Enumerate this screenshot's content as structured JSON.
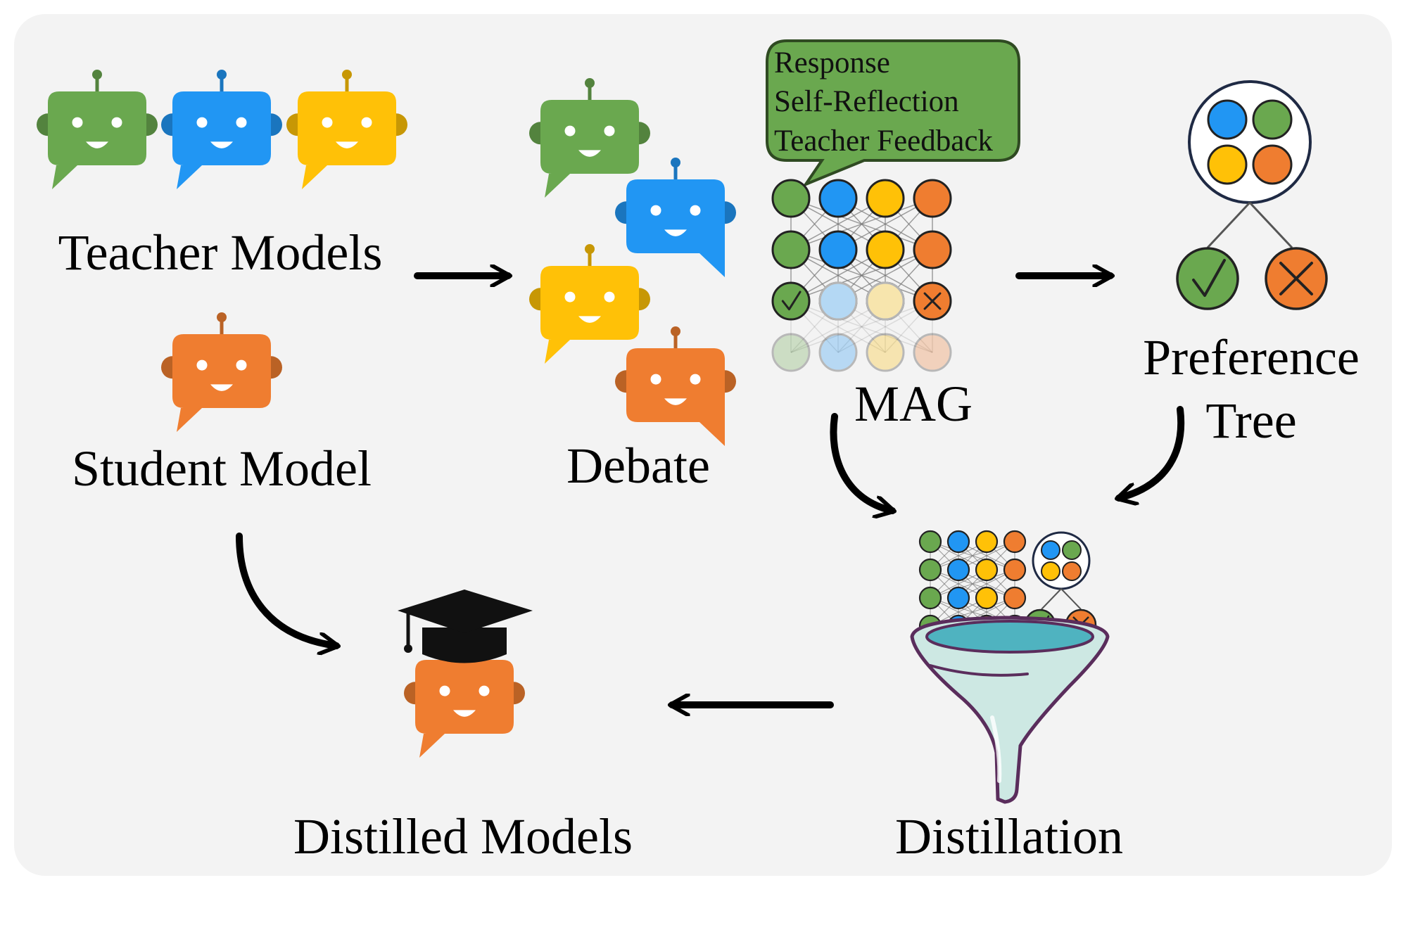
{
  "labels": {
    "teacher_models": "Teacher Models",
    "student_model": "Student Model",
    "debate": "Debate",
    "mag": "MAG",
    "preference_tree_line1": "Preference",
    "preference_tree_line2": "Tree",
    "distillation": "Distillation",
    "distilled_models": "Distilled Models"
  },
  "speech_bubble": {
    "lines": [
      "Response",
      "Self-Reflection",
      "Teacher Feedback"
    ]
  },
  "colors": {
    "panel_background": "#f3f3f3",
    "green": "#6aa84f",
    "blue": "#2196f3",
    "yellow": "#ffc107",
    "orange": "#ef7d30",
    "bubble_fill": "#6aa84f",
    "funnel_fill": "#cde8e3",
    "funnel_stroke": "#5a2d5c",
    "funnel_top": "#4fb3c0",
    "arrow": "#000000"
  },
  "icons": {
    "teacher_models": [
      "robot-icon-green",
      "robot-icon-blue",
      "robot-icon-yellow"
    ],
    "student_model": "robot-icon-orange",
    "debate": [
      "robot-icon-green",
      "robot-icon-blue",
      "robot-icon-yellow",
      "robot-icon-orange"
    ],
    "distilled_model": [
      "graduation-cap-icon",
      "robot-icon-orange"
    ],
    "preference_leaves": [
      "check-icon",
      "cross-icon"
    ],
    "funnel": "funnel-icon"
  }
}
